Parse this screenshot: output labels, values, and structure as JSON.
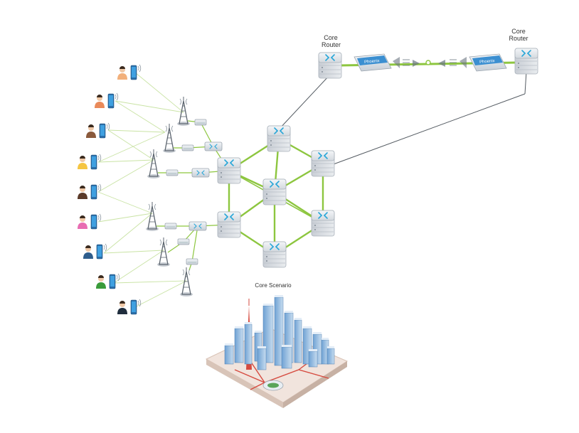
{
  "labels": {
    "core_router_left_line1": "Core",
    "core_router_left_line2": "Router",
    "core_router_right_line1": "Core",
    "core_router_right_line2": "Router",
    "core_scenario": "Core Scenario"
  },
  "devices": {
    "phoenix_left": "Phoenix",
    "phoenix_right": "Phoenix"
  },
  "colors": {
    "link_green": "#8dc63f",
    "access_line": "#c9e3a4",
    "router_body": "#dfe3e8",
    "router_accent": "#2aa7d8",
    "skin_tones": [
      "#f2b07b",
      "#e98a5a",
      "#8a5a3c",
      "#f5c542",
      "#5b3a29",
      "#e86db2",
      "#2f5d8c",
      "#3a9b3a",
      "#1f2d3d"
    ]
  }
}
